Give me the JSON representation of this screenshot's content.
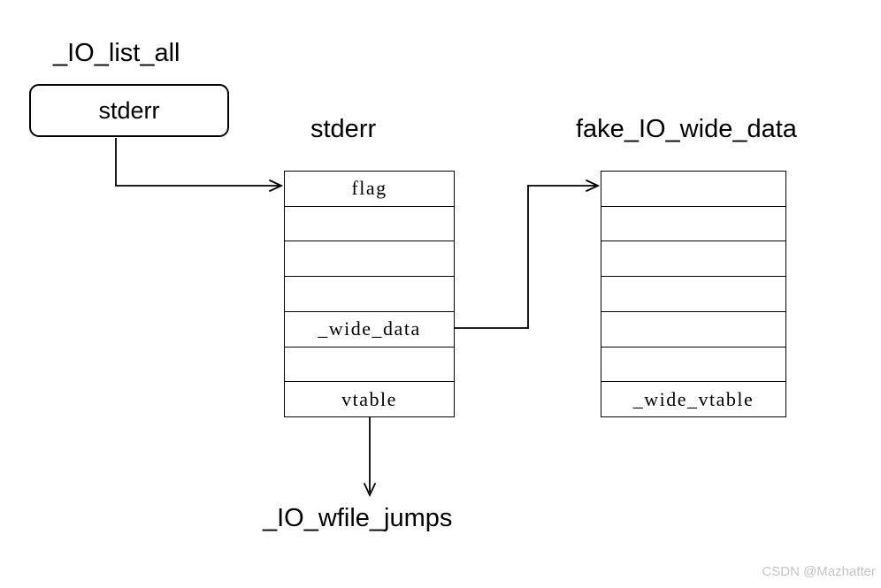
{
  "io_list_all": {
    "title": "_IO_list_all",
    "pointer_value": "stderr"
  },
  "stderr_struct": {
    "title": "stderr",
    "fields": [
      "flag",
      "",
      "",
      "",
      "_wide_data",
      "",
      "vtable"
    ]
  },
  "fake_wide_data": {
    "title": "fake_IO_wide_data",
    "fields": [
      "",
      "",
      "",
      "",
      "",
      "",
      "_wide_vtable"
    ]
  },
  "vtable_target": "_IO_wfile_jumps",
  "watermark": "CSDN @Mazhatter"
}
